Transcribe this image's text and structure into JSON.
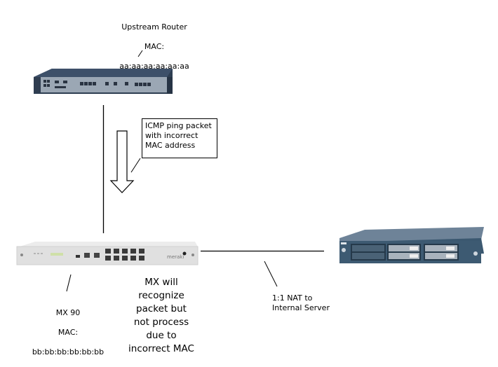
{
  "diagram": {
    "upstream_router": {
      "name": "Upstream Router",
      "mac_label": "MAC:",
      "mac": "aa:aa:aa:aa:aa:aa"
    },
    "callout": {
      "text": "ICMP ping packet\nwith incorrect\nMAC address"
    },
    "mx": {
      "name": "MX 90",
      "mac_label": "MAC:",
      "mac": "bb:bb:bb:bb:bb:bb",
      "brand": "meraki"
    },
    "mx_note": "MX will\nrecognize\npacket but\nnot process\ndue to\nincorrect MAC",
    "nat_label": "1:1 NAT to\nInternal Server",
    "colors": {
      "router_body": "#2e3e52",
      "router_face": "#9aa6b2",
      "mx_body": "#e2e2e2",
      "server_body": "#3b5870"
    }
  }
}
